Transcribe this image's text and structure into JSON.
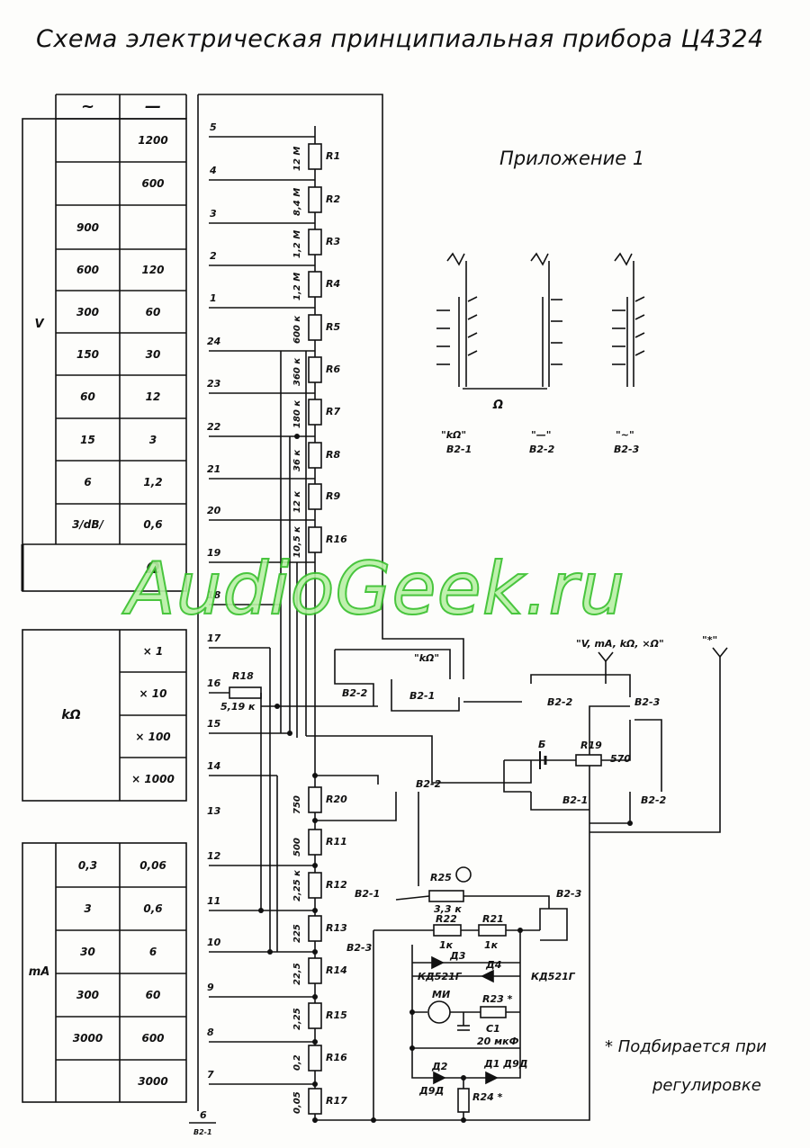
{
  "title": "Схема электрическая принципиальная прибора Ц4324",
  "appendix": "Приложение 1",
  "watermark": "AudioGeek.ru",
  "note": {
    "line1": "* Подбирается при",
    "line2": "регулировке"
  },
  "volt_table": {
    "unit": "V",
    "header_ac": "~",
    "header_dc": "—",
    "rows": [
      {
        "ac": "",
        "dc": "1200"
      },
      {
        "ac": "",
        "dc": "600"
      },
      {
        "ac": "900",
        "dc": ""
      },
      {
        "ac": "600",
        "dc": "120"
      },
      {
        "ac": "300",
        "dc": "60"
      },
      {
        "ac": "150",
        "dc": "30"
      },
      {
        "ac": "60",
        "dc": "12"
      },
      {
        "ac": "15",
        "dc": "3"
      },
      {
        "ac": "6",
        "dc": "1,2"
      },
      {
        "ac": "3/dB/",
        "dc": "0,6"
      }
    ],
    "ohm_label": "Ω"
  },
  "kohm_table": {
    "unit": "kΩ",
    "rows": [
      "× 1",
      "× 10",
      "× 100",
      "× 1000"
    ]
  },
  "ma_table": {
    "unit": "mA",
    "rows": [
      {
        "a": "0,3",
        "b": "0,06"
      },
      {
        "a": "3",
        "b": "0,6"
      },
      {
        "a": "30",
        "b": "6"
      },
      {
        "a": "300",
        "b": "60"
      },
      {
        "a": "3000",
        "b": "600"
      },
      {
        "a": "",
        "b": "3000"
      }
    ]
  },
  "terminals": [
    "5",
    "4",
    "3",
    "2",
    "1",
    "24",
    "23",
    "22",
    "21",
    "20",
    "19",
    "18",
    "17",
    "16",
    "15",
    "14",
    "13",
    "12",
    "11",
    "10",
    "9",
    "8",
    "7",
    "6"
  ],
  "resistors": [
    {
      "name": "R1",
      "value": "12 М"
    },
    {
      "name": "R2",
      "value": "8,4 М"
    },
    {
      "name": "R3",
      "value": "1,2 М"
    },
    {
      "name": "R4",
      "value": "1,2 М"
    },
    {
      "name": "R5",
      "value": "600 к"
    },
    {
      "name": "R6",
      "value": "360 к"
    },
    {
      "name": "R7",
      "value": "180 к"
    },
    {
      "name": "R8",
      "value": "36 к"
    },
    {
      "name": "R9",
      "value": "12 к"
    },
    {
      "name": "R16",
      "value": "10,5 к"
    },
    {
      "name": "R20",
      "value": "750"
    },
    {
      "name": "R11",
      "value": "500"
    },
    {
      "name": "R12",
      "value": "2,25 к"
    },
    {
      "name": "R13",
      "value": "225"
    },
    {
      "name": "R14",
      "value": "22,5"
    },
    {
      "name": "R15",
      "value": "2,25"
    },
    {
      "name": "R16",
      "value": "0,2"
    },
    {
      "name": "R17",
      "value": "0,05"
    }
  ],
  "r18": {
    "name": "R18",
    "value": "5,19 к"
  },
  "switch_labels": {
    "b21": "B2-1",
    "b22": "B2-2",
    "b23": "B2-3",
    "kohm": "\"kΩ\"",
    "dc": "\"—\"",
    "ac": "\"~\"",
    "omega": "Ω"
  },
  "parts": {
    "r19": "R19",
    "r19_value": "570",
    "r25": "R25",
    "r25_value": "3,3 к",
    "r22": "R22",
    "r22_value": "1к",
    "r21": "R21",
    "r21_value": "1к",
    "r23": "R23 *",
    "r24": "R24 *",
    "d3": "Д3",
    "d4": "Д4",
    "diode_type": "КД521Г",
    "d1": "Д1 Д9Д",
    "d2": "Д2",
    "d2_type": "Д9Д",
    "meter": "МИ",
    "c1": "С1",
    "c1_value": "20 мкФ",
    "input": "\"V, mA, kΩ, ×Ω\"",
    "common": "\"*\"",
    "b": "Б",
    "b21_foot": "B2-1"
  }
}
